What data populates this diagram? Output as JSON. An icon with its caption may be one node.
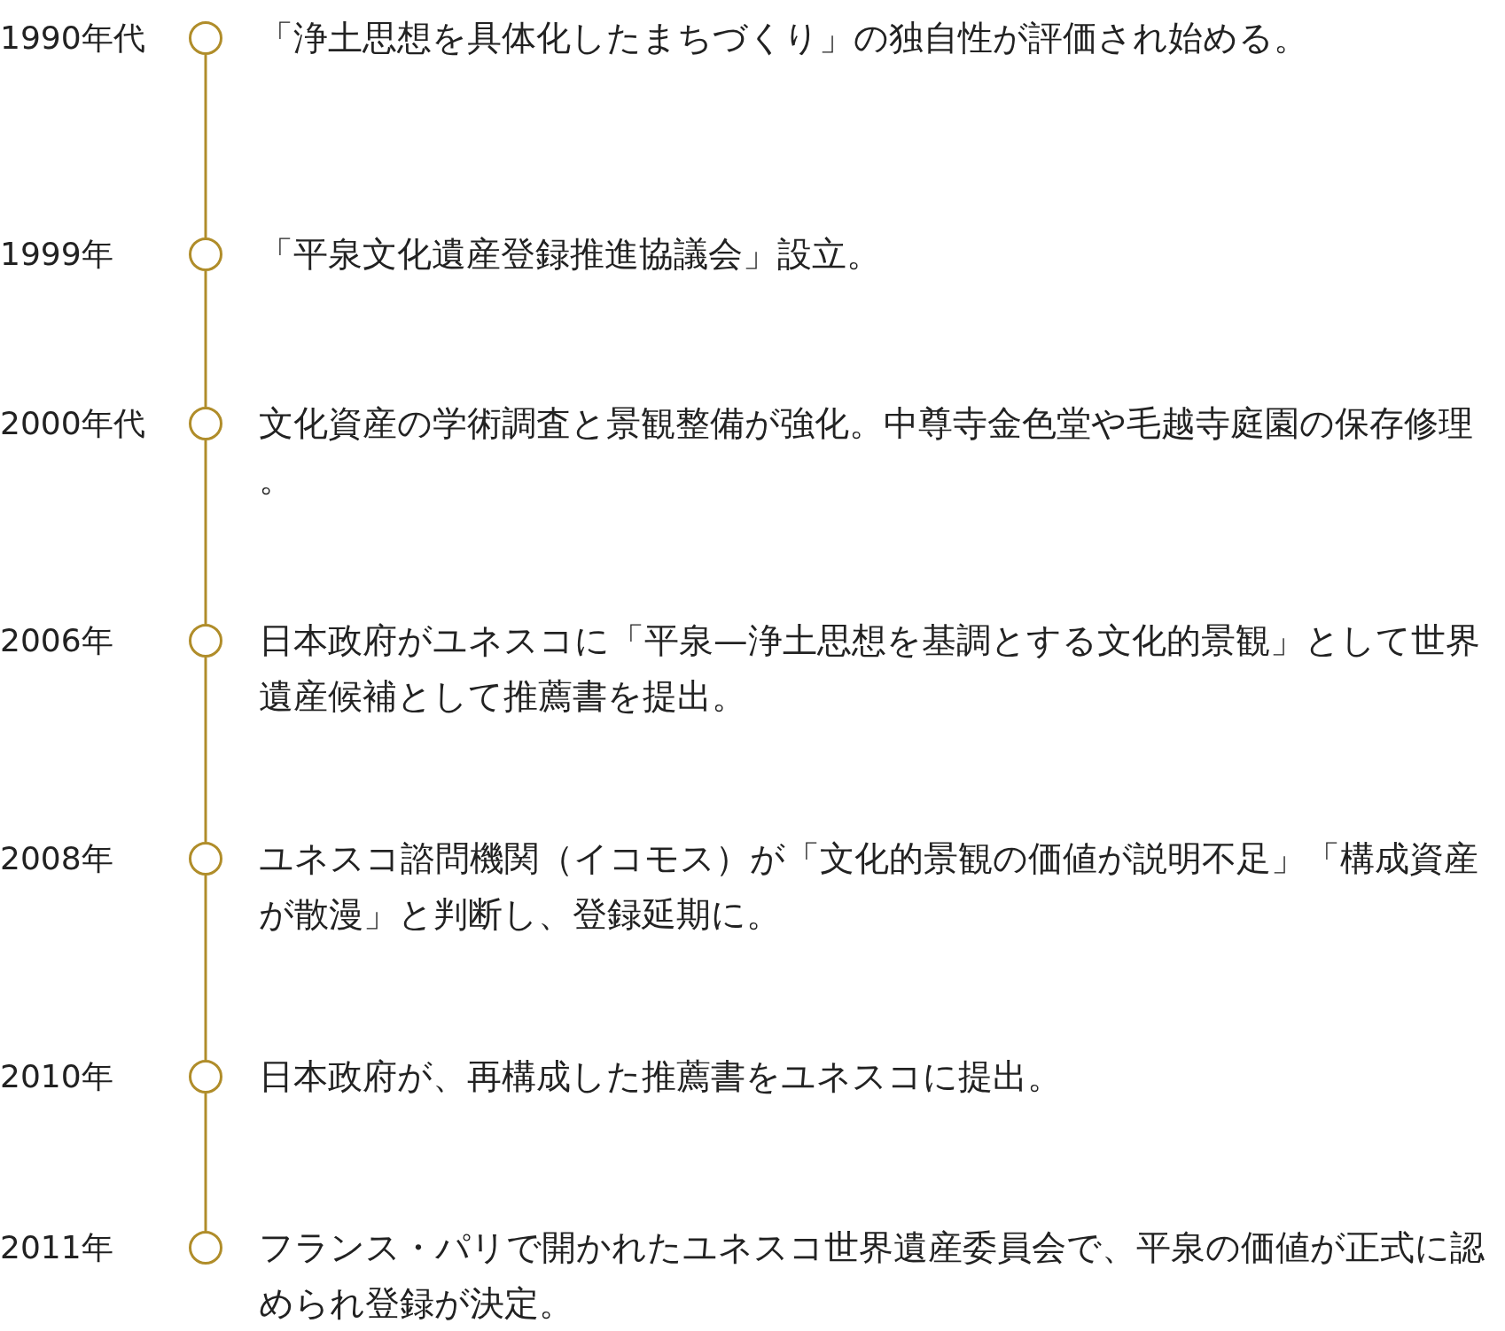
{
  "diagram": {
    "nodes": [
      {
        "text": [],
        "shape": "circle",
        "beside": [
          "1990年代",
          "「浄土思想を具体化したまちづくり」の独自性が評価され始める。"
        ]
      },
      {
        "text": [],
        "shape": "circle",
        "beside": [
          "1999年",
          "「平泉文化遺産登録推進協議会」設立。"
        ]
      },
      {
        "text": [],
        "shape": "circle",
        "beside": [
          "2000年代",
          "文化資産の学術調査と景観整備が強化。中尊寺金色堂や毛越寺庭園の保存修理。"
        ]
      },
      {
        "text": [],
        "shape": "circle",
        "beside": [
          "2006年",
          "日本政府がユネスコに「平泉—浄土思想を基調とする文化的景観」として世界遺産候補として推薦書を提出。"
        ]
      },
      {
        "text": [],
        "shape": "circle",
        "beside": [
          "2008年",
          "ユネスコ諮問機関（イコモス）が「文化的景観の価値が説明不足」「構成資産が散漫」と判断し、登録延期に。"
        ]
      },
      {
        "text": [],
        "shape": "circle",
        "beside": [
          "2010年",
          "日本政府が、再構成した推薦書をユネスコに提出。"
        ]
      },
      {
        "text": [],
        "shape": "circle",
        "beside": [
          "2011年",
          "フランス・パリで開かれたユネスコ世界遺産委員会で、平泉の価値が正式に認められ登録が決定。"
        ]
      }
    ],
    "edges": [
      {
        "from": 0,
        "to": 1,
        "arrow": "none"
      },
      {
        "from": 1,
        "to": 2,
        "arrow": "none"
      },
      {
        "from": 2,
        "to": 3,
        "arrow": "none"
      },
      {
        "from": 3,
        "to": 4,
        "arrow": "none"
      },
      {
        "from": 4,
        "to": 5,
        "arrow": "none"
      },
      {
        "from": 5,
        "to": 6,
        "arrow": "none"
      }
    ]
  }
}
